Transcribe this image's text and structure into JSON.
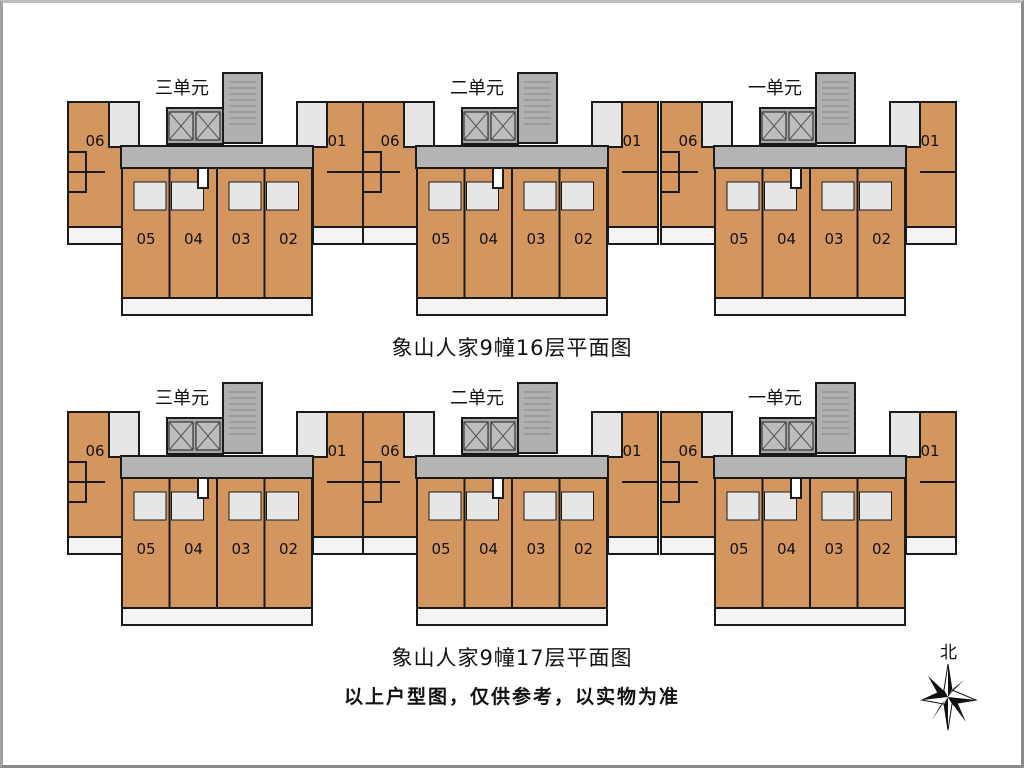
{
  "floors": [
    {
      "title": "象山人家9幢16层平面图",
      "units": [
        {
          "label": "三单元",
          "rooms": [
            "06",
            "05",
            "04",
            "03",
            "02",
            "01"
          ]
        },
        {
          "label": "二单元",
          "rooms": [
            "06",
            "05",
            "04",
            "03",
            "02",
            "01"
          ]
        },
        {
          "label": "一单元",
          "rooms": [
            "06",
            "05",
            "04",
            "03",
            "02",
            "01"
          ]
        }
      ]
    },
    {
      "title": "象山人家9幢17层平面图",
      "units": [
        {
          "label": "三单元",
          "rooms": [
            "06",
            "05",
            "04",
            "03",
            "02",
            "01"
          ]
        },
        {
          "label": "二单元",
          "rooms": [
            "06",
            "05",
            "04",
            "03",
            "02",
            "01"
          ]
        },
        {
          "label": "一单元",
          "rooms": [
            "06",
            "05",
            "04",
            "03",
            "02",
            "01"
          ]
        }
      ]
    }
  ],
  "note": "以上户型图，仅供参考，以实物为准",
  "north": "北",
  "colors": {
    "room": "#d4965f",
    "corridor": "#b4b4b4",
    "wall": "#1a1a1a",
    "wet": "#e6e6e6"
  }
}
